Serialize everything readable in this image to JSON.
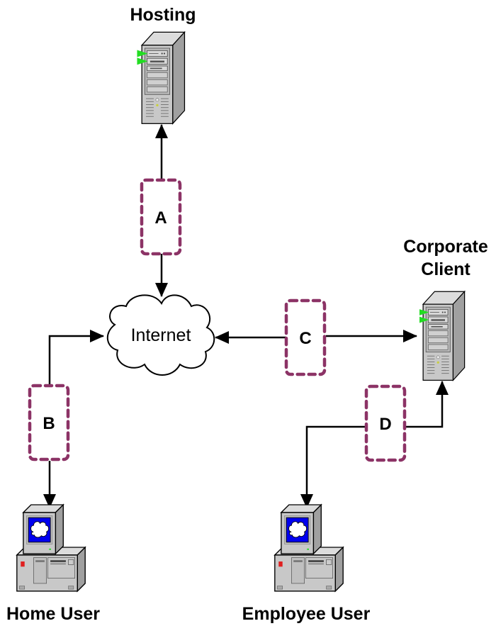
{
  "diagram": {
    "nodes": {
      "hosting": {
        "label": "Hosting",
        "icon": "server-tower-icon"
      },
      "internet": {
        "label": "Internet",
        "icon": "cloud-icon"
      },
      "corporate_client": {
        "label_line1": "Corporate",
        "label_line2": "Client",
        "icon": "server-tower-icon"
      },
      "home_user": {
        "label": "Home User",
        "icon": "desktop-computer-icon"
      },
      "employee_user": {
        "label": "Employee User",
        "icon": "desktop-computer-icon"
      }
    },
    "zones": {
      "a": {
        "label": "A"
      },
      "b": {
        "label": "B"
      },
      "c": {
        "label": "C"
      },
      "d": {
        "label": "D"
      }
    },
    "colors": {
      "zone_border": "#8c3366",
      "led_green": "#22dd22",
      "screen_blue": "#0000ee",
      "power_red": "#e02020",
      "chassis_gray": "#c8c8c8"
    }
  }
}
